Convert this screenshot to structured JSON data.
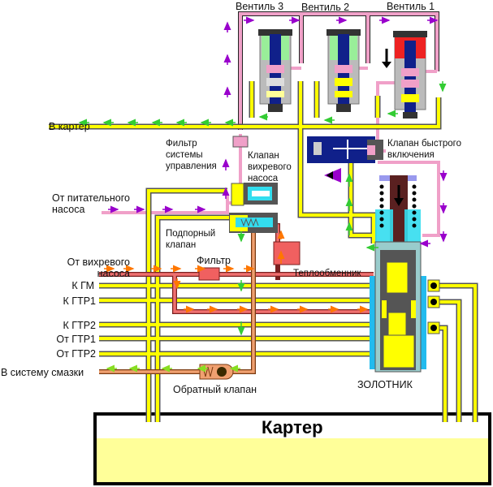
{
  "title": "Hydraulic control system schematic",
  "colors": {
    "oil_pressure": "#ffff00",
    "control_line": "#f0a0c8",
    "supply_line": "#f07070",
    "lube_line": "#f0a070",
    "sump_oil": "#ffff99",
    "flow_arrow_green": "#33cc33",
    "flow_arrow_purple": "#9900cc",
    "flow_arrow_orange": "#ff7700",
    "solenoid_energized": "#ee2222",
    "solenoid_idle": "#99ee99"
  },
  "valves": {
    "v3": "Вентиль 3",
    "v2": "Вентиль 2",
    "v1": "Вентиль 1"
  },
  "labels": {
    "to_sump": "В картер",
    "control_filter": "Фильтр\nсистемы\nуправления",
    "vortex_valve": "Клапан\nвихревого\nнасоса",
    "quick_valve": "Клапан быстрого\nвключения",
    "from_feed_pump": "От питательного\nнасоса",
    "backpressure_valve": "Подпорный\nклапан",
    "from_vortex_pump": "От вихревого\nнасоса",
    "filter": "Фильтр",
    "heat_exchanger": "Теплообменник",
    "to_gm": "К ГМ",
    "to_gtr1": "К ГТР1",
    "to_gtr2": "К ГТР2",
    "from_gtr1": "От ГТР1",
    "from_gtr2": "От ГТР2",
    "to_lube": "В систему смазки",
    "check_valve": "Обратный клапан",
    "spool": "ЗОЛОТНИК",
    "sump": "Картер"
  }
}
